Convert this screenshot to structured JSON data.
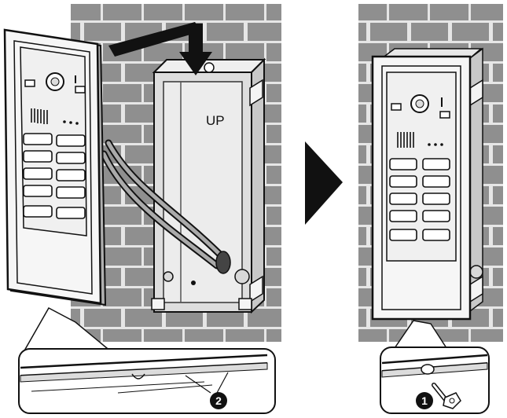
{
  "box_label": "UP",
  "callouts": {
    "left": "2",
    "right": "1"
  },
  "colors": {
    "brick": "#8f8f8f",
    "mortar": "#e6e6e6",
    "panel": "#f4f4f4",
    "outline": "#111111",
    "box": "#dedede",
    "arrow": "#111111"
  },
  "panel": {
    "button_rows": 5,
    "button_cols": 2
  }
}
